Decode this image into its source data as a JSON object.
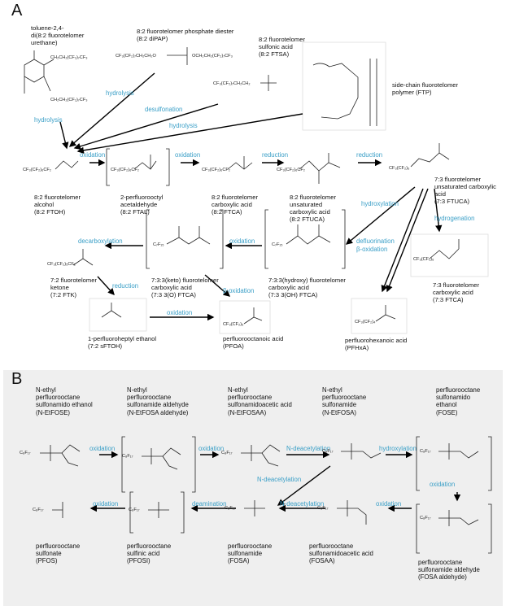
{
  "panelA": {
    "label": "A",
    "compounds": {
      "tdi": "toluene-2,4-\ndi(8:2 fluorotelomer\nurethane)",
      "dipap": "8:2 fluorotelomer phosphate diester\n(8:2 diPAP)",
      "ftsa": "8:2 fluorotelomer\nsulfonic acid\n(8:2 FTSA)",
      "ftp": "side-chain fluorotelomer\npolymer (FTP)",
      "ftoh": "8:2 fluorotelomer\nalcohol\n(8:2 FTOH)",
      "ftal": "2-perfluorooctyl\nacetaldehyde\n(8:2 FTAL)",
      "ftca": "8:2 fluorotelomer\ncarboxylic acid\n(8:2 FTCA)",
      "ftuca": "8:2 fluorotelomer\nunsaturated\ncarboxylic acid\n(8:2 FTUCA)",
      "ftuca73": "7:3 fluorotelomer\nunsaturated carboxylic\nacid\n(7:3 FTUCA)",
      "ftk": "7:2 fluorotelomer\nketone\n(7:2 FTK)",
      "ketoftca": "7:3:3(keto) fluorotelomer\ncarboxylic acid\n(7:3 3(O) FTCA)",
      "hydroxyftca": "7:3:3(hydroxy) fluorotelomer\ncarboxylic acid\n(7:3 3(OH) FTCA)",
      "ftca73": "7:3 fluorotelomer\ncarboxylic acid\n(7:3 FTCA)",
      "sftoh": "1-perfluoroheptyl ethanol\n(7:2 sFTOH)",
      "pfoa": "perfluorooctanoic acid\n(PFOA)",
      "pfhxa": "perfluorohexanoic acid\n(PFHxA)"
    },
    "arrows": {
      "hydrolysis1": "hydrolysis",
      "hydrolysis2": "hydrolysis",
      "desulfonation": "desulfonation",
      "hydrolysis3": "hydrolysis",
      "oxidation1": "oxidation",
      "oxidation2": "oxidation",
      "reduction1": "reduction",
      "reduction2": "reduction",
      "hydroxylation": "hydroxylation",
      "hydrogenation": "hydrogenation",
      "defluorination": "defluorination\nβ-oxidation",
      "oxidation3": "oxidation",
      "decarboxylation": "decarboxylation",
      "reduction3": "reduction",
      "boxidation": "β-oxidation",
      "oxidation4": "oxidation"
    },
    "formulas": {
      "f_tdi": "CH₂CH₂(CF₂)₇CF₃",
      "f_tdi2": "CH₂CH₂(CF₂)₇CF₃",
      "f_dipap": "CF₃(CF₂)₇CH₂CH₂O",
      "f_dipap2": "OCH₂CH₂(CF₂)₇CF₃",
      "f_ftsa": "CF₃(CF₂)₇CH₂CH₂",
      "f_ftoh": "CF₃(CF₂)₆CF₂",
      "f_ftal": "CF₃(CF₂)₆CF₂",
      "f_ftca": "CF₃(CF₂)₆CF₂",
      "f_ftuca": "CF₃(CF₂)₆CF₂",
      "f_ftuca73": "CF₃(CF₂)₆",
      "f_ftk": "CF₃(CF₂)₅CF₂",
      "f_keto": "C₇F₁₅",
      "f_hydroxy": "C₇F₁₅",
      "f_ftca73": "CF₃(CF₂)₆",
      "f_pfoa": "CF₃(CF₂)₆",
      "f_pfhxa": "CF₃(CF₂)₄"
    }
  },
  "panelB": {
    "label": "B",
    "compounds": {
      "netfose": "N-ethyl\nperfluorooctane\nsulfonamido ethanol\n(N-EtFOSE)",
      "netfose_ald": "N-ethyl\nperfluorooctane\nsulfonamide aldehyde\n(N-EtFOSA aldehyde)",
      "netfosaa": "N-ethyl\nperfluorooctane\nsulfonamidoacetic acid\n(N-EtFOSAA)",
      "netfosa": "N-ethyl\nperfluorooctane\nsulfonamide\n(N-EtFOSA)",
      "fose": "perfluorooctane\nsulfonamido\nethanol\n(FOSE)",
      "pfos": "perfluorooctane\nsulfonate\n(PFOS)",
      "pfosi": "perfluorooctane\nsulfinic acid\n(PFOSI)",
      "fosa": "perfluorooctane\nsulfonamide\n(FOSA)",
      "fosaa": "perfluorooctane\nsulfonamidoacetic acid\n(FOSAA)",
      "fosa_ald": "perfluorooctane\nsulfonamide aldehyde\n(FOSA aldehyde)"
    },
    "arrows": {
      "ox1": "oxidation",
      "ox2": "oxidation",
      "ndeac1": "N-deacetylation",
      "hydroxylation": "hydroxylation",
      "ndeac2": "N-deacetylation",
      "ox3": "oxidation",
      "ox4": "oxidation",
      "deamination": "deamination",
      "ox5": "oxidation",
      "ndeac3": "N-deacetylation"
    },
    "formulas": {
      "c8f17": "C₈F₁₇"
    }
  }
}
